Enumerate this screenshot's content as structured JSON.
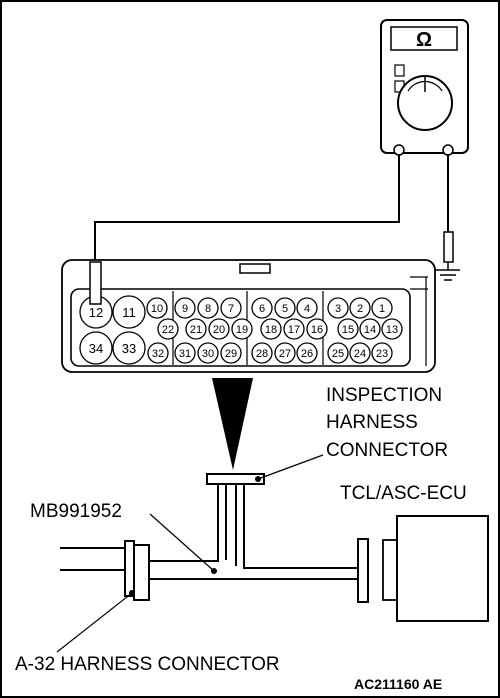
{
  "meter": {
    "display_symbol": "Ω"
  },
  "connector_pins": {
    "large_top": [
      "12",
      "11"
    ],
    "large_bottom": [
      "34",
      "33"
    ],
    "row1": [
      "10",
      "9",
      "8",
      "7",
      "6",
      "5",
      "4",
      "3",
      "2",
      "1"
    ],
    "row2": [
      "22",
      "21",
      "20",
      "19",
      "18",
      "17",
      "16",
      "15",
      "14",
      "13"
    ],
    "row3": [
      "32",
      "31",
      "30",
      "29",
      "28",
      "27",
      "26",
      "25",
      "24",
      "23"
    ]
  },
  "labels": {
    "inspection_line1": "INSPECTION",
    "inspection_line2": "HARNESS",
    "inspection_line3": "CONNECTOR",
    "tool_number": "MB991952",
    "ecu": "TCL/ASC-ECU",
    "a32": "A-32 HARNESS CONNECTOR",
    "figure_code": "AC211160 AE"
  }
}
